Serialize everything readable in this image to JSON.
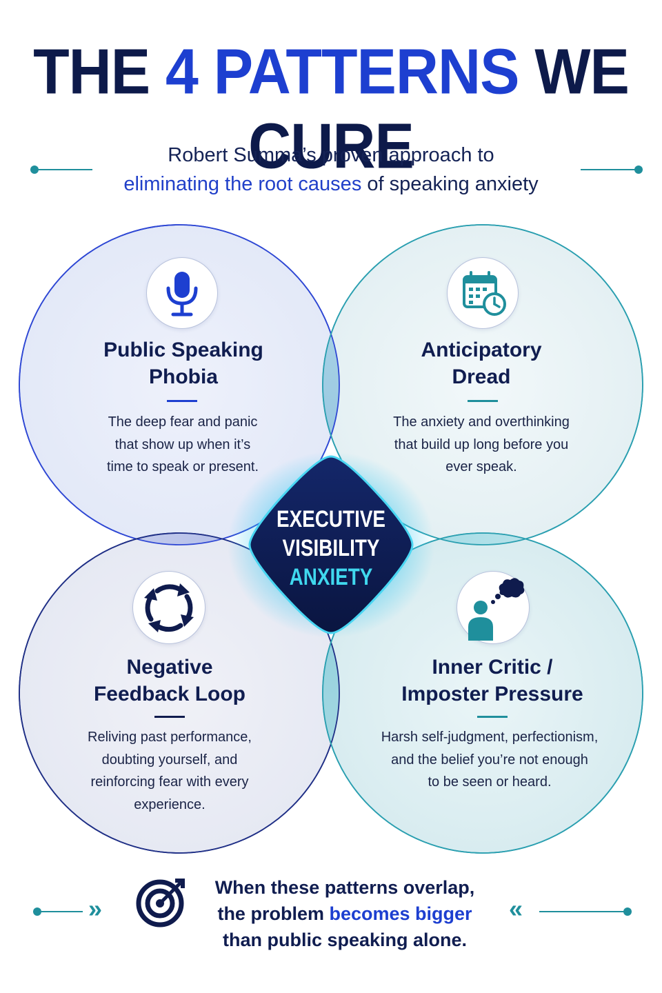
{
  "title": {
    "prefix": "THE",
    "accent": "4 PATTERNS",
    "suffix": "WE CURE"
  },
  "subtitle": {
    "line1": "Robert Summa’s proven approach to",
    "accent": "eliminating the root causes",
    "line2_rest": " of speaking anxiety"
  },
  "patterns": [
    {
      "icon": "microphone-icon",
      "heading_l1": "Public Speaking",
      "heading_l2": "Phobia",
      "desc": [
        "The deep fear and panic",
        "that show up when it’s",
        "time to speak or present."
      ]
    },
    {
      "icon": "calendar-clock-icon",
      "heading_l1": "Anticipatory",
      "heading_l2": "Dread",
      "desc": [
        "The anxiety and overthinking",
        "that build up long before you",
        "ever speak."
      ]
    },
    {
      "icon": "cycle-arrows-icon",
      "heading_l1": "Negative",
      "heading_l2": "Feedback Loop",
      "desc": [
        "Reliving past performance,",
        "doubting yourself, and",
        "reinforcing fear with every",
        "experience."
      ]
    },
    {
      "icon": "thinking-person-icon",
      "heading_l1": "Inner Critic /",
      "heading_l2": "Imposter Pressure",
      "desc": [
        "Harsh self-judgment, perfectionism,",
        "and the belief you’re not enough",
        "to be seen or heard."
      ]
    }
  ],
  "center": {
    "line1": "EXECUTIVE",
    "line2": "VISIBILITY",
    "line3": "ANXIETY"
  },
  "footer": {
    "icon": "target-icon",
    "line1": "When these patterns overlap,",
    "line2_pre": "the problem ",
    "line2_accent": "becomes bigger",
    "line3": "than public speaking alone.",
    "left_chevrons": "»",
    "right_chevrons": "«"
  },
  "colors": {
    "navy": "#0d1a4a",
    "blue": "#1d3fd0",
    "teal": "#1f9aa8",
    "cyan": "#40d8ee"
  }
}
